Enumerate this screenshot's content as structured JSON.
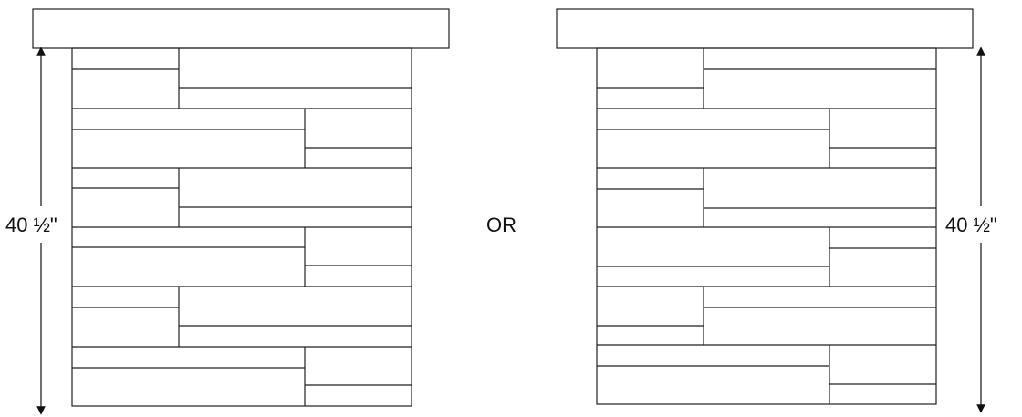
{
  "left_pillar": {
    "dimension_label": "40 ½\""
  },
  "connector": {
    "label": "OR"
  },
  "right_pillar": {
    "dimension_label": "40 ½\""
  }
}
